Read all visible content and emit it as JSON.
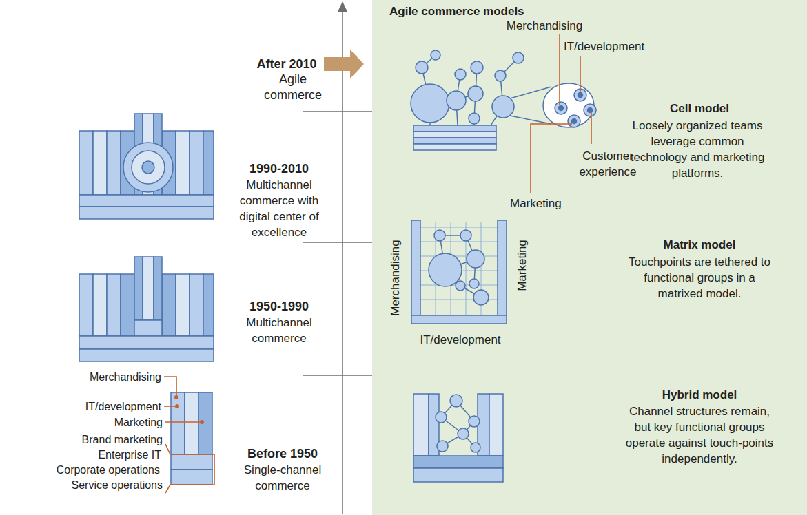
{
  "diagram": {
    "nodes": [
      {
        "text": [
          "Agile commerce models"
        ]
      }
    ],
    "labels": [
      "After 2010",
      "Agile commerce",
      "1990-2010",
      "Multichannel commerce with digital center of excellence",
      "1950-1990",
      "Multichannel commerce",
      "Before 1950",
      "Single-channel commerce",
      "Merchandising",
      "IT/development",
      "Marketing",
      "Brand marketing",
      "Enterprise IT",
      "Corporate operations",
      "Service operations",
      "Merchandising",
      "IT/development",
      "Customer experience",
      "Marketing",
      "Cell model",
      "Loosely organized teams leverage common technology and marketing platforms.",
      "Merchandising",
      "Marketing",
      "IT/development",
      "Matrix model",
      "Touchpoints are tethered to functional groups in a matrixed model.",
      "Hybrid model",
      "Channel structures remain, but key functional groups operate against touch-points independently."
    ]
  }
}
